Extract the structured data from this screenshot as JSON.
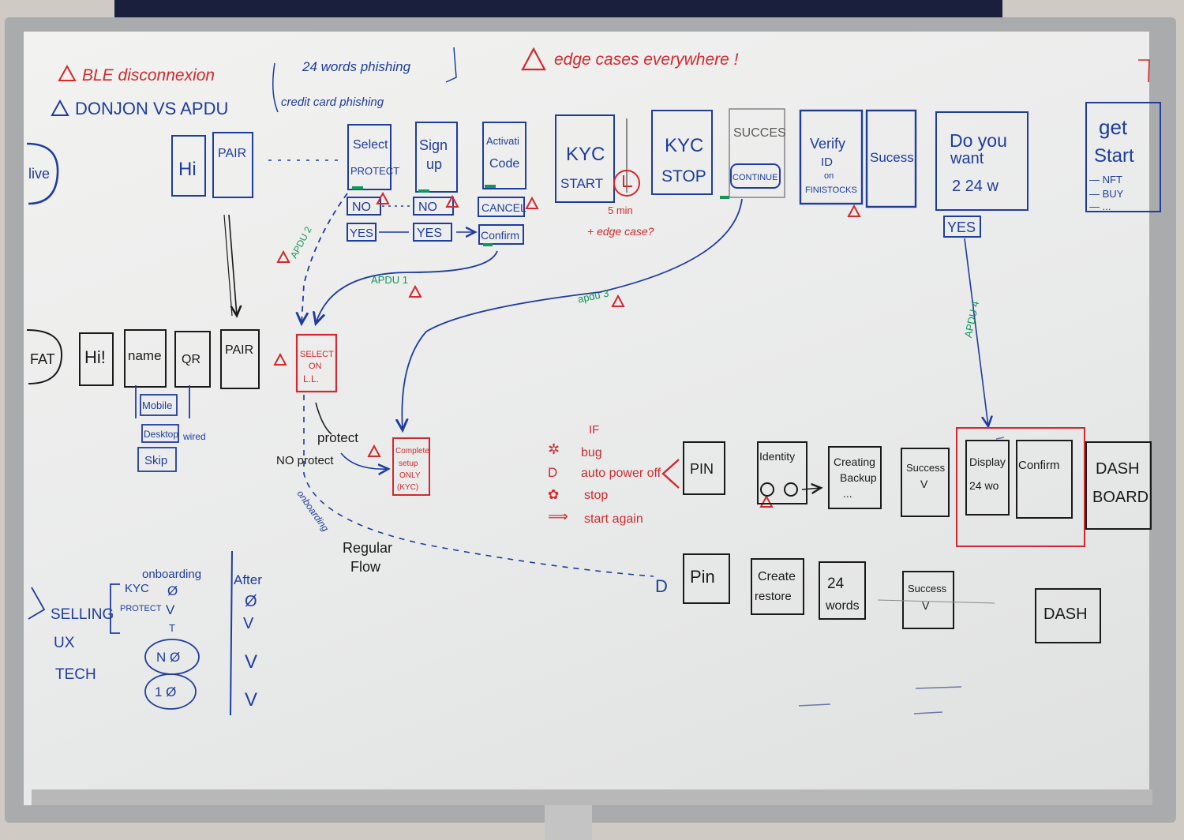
{
  "notes": {
    "ble": "BLE disconnexion",
    "donjon": "DONJON VS APDU",
    "words_phishing": "24 words phishing",
    "card_phishing": "credit card phishing",
    "edge_cases": "edge cases everywhere !"
  },
  "rows": {
    "live": "live",
    "fat": "FAT"
  },
  "live_flow": {
    "hi": "Hi",
    "pair": "PAIR",
    "select_protect": [
      "Select",
      "PROTECT"
    ],
    "sign_up": [
      "Sign",
      "up"
    ],
    "activation_code": [
      "Activati",
      "Code"
    ],
    "kyc_start": [
      "KYC",
      "START"
    ],
    "kyc_stop": [
      "KYC",
      "STOP"
    ],
    "success": "SUCCES",
    "continue": "CONTINUE",
    "verify_id": [
      "Verify",
      "ID",
      "on",
      "FINISTOCKS"
    ],
    "success2": "Sucess",
    "do_you_want": [
      "Do you",
      "want",
      "2 24 w"
    ],
    "get_start": [
      "get",
      "Start"
    ],
    "get_start_list": [
      "NFT",
      "BUY",
      "..."
    ],
    "no": "NO",
    "yes": "YES",
    "cancel": "CANCEL",
    "confirm": "Confirm",
    "timer": "5 min",
    "edge_case": "+ edge case?"
  },
  "arrows": {
    "apdu1": "APDU 1",
    "apdu2": "APDU 2",
    "apdu3": "apdu 3",
    "apdu4": "APDU 4"
  },
  "fat_flow": {
    "hi": "Hi!",
    "name": "name",
    "qr": "QR",
    "pair": "PAIR",
    "options": [
      "Mobile",
      "Desktop",
      "Skip"
    ],
    "wired": "wired",
    "select_on_ll": [
      "SELECT",
      "ON",
      "L.L."
    ],
    "protect": "protect",
    "no_protect": "NO protect",
    "complete_setup": [
      "Complete",
      "setup",
      "ONLY",
      "(KYC)"
    ],
    "onboarding": "onboarding",
    "regular_flow": [
      "Regular",
      "Flow"
    ]
  },
  "if_block": {
    "title": "IF",
    "items": [
      "bug",
      "auto power off",
      "stop",
      "start again"
    ]
  },
  "protect_flow": {
    "pin": "PIN",
    "identity": "Identity",
    "creating_backup": [
      "Creating",
      "Backup",
      "..."
    ],
    "success": [
      "Success",
      "V"
    ],
    "display": [
      "Display",
      "24 wo"
    ],
    "confirm": "Confirm",
    "dash": [
      "DASH",
      "BOARD"
    ]
  },
  "regular_flow": {
    "pin": "Pin",
    "create_restore": [
      "Create",
      "restore"
    ],
    "words": [
      "24",
      "words"
    ],
    "success": [
      "Success",
      "V"
    ],
    "dash": "DASH"
  },
  "table": {
    "col_onboarding": "onboarding",
    "col_after": "After",
    "rows": [
      {
        "label": "KYC",
        "onb": "Ø",
        "after": "Ø"
      },
      {
        "label": "PROTECT",
        "onb": "V",
        "after": "V"
      }
    ],
    "sections": [
      "SELLING",
      "UX",
      "TECH"
    ],
    "after_checks": [
      "V",
      "V"
    ],
    "circles": [
      "N  Ø",
      "1  Ø"
    ],
    "mark": "T"
  },
  "colors": {
    "blue": "#1e3d9e",
    "red": "#d3282c",
    "green": "#14955a",
    "black": "#1a1a1a"
  }
}
